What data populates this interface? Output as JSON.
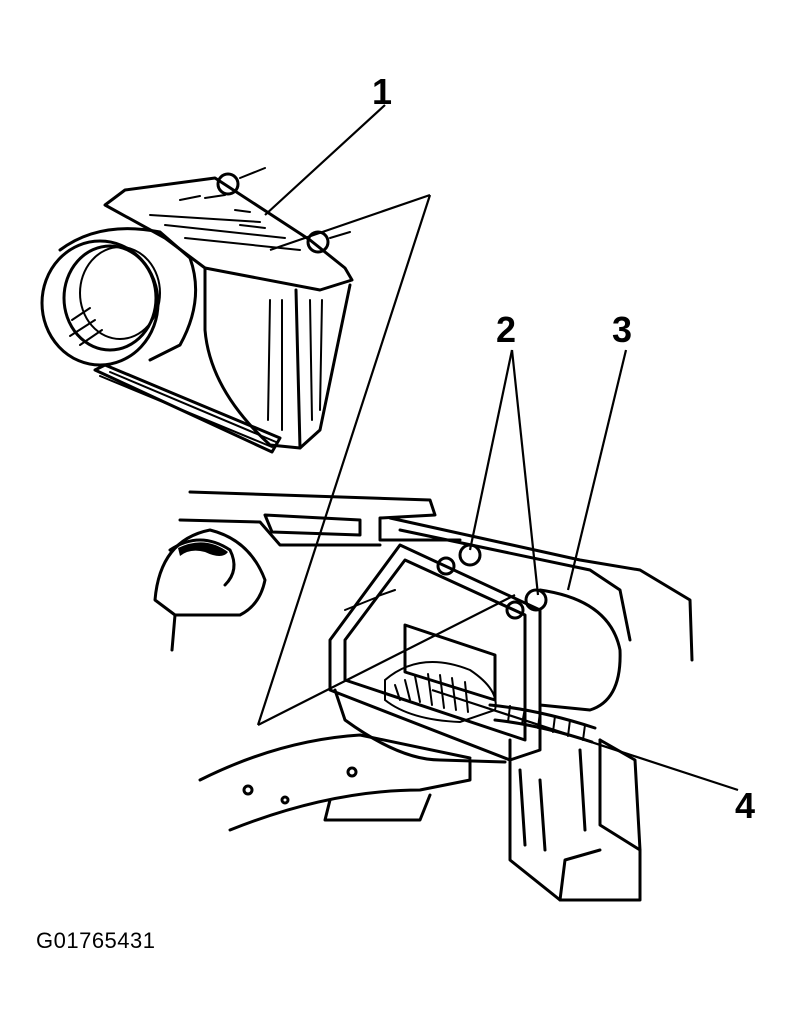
{
  "callouts": [
    {
      "id": "1",
      "label": "1"
    },
    {
      "id": "2",
      "label": "2"
    },
    {
      "id": "3",
      "label": "3"
    },
    {
      "id": "4",
      "label": "4"
    }
  ],
  "figure_id": "G01765431"
}
